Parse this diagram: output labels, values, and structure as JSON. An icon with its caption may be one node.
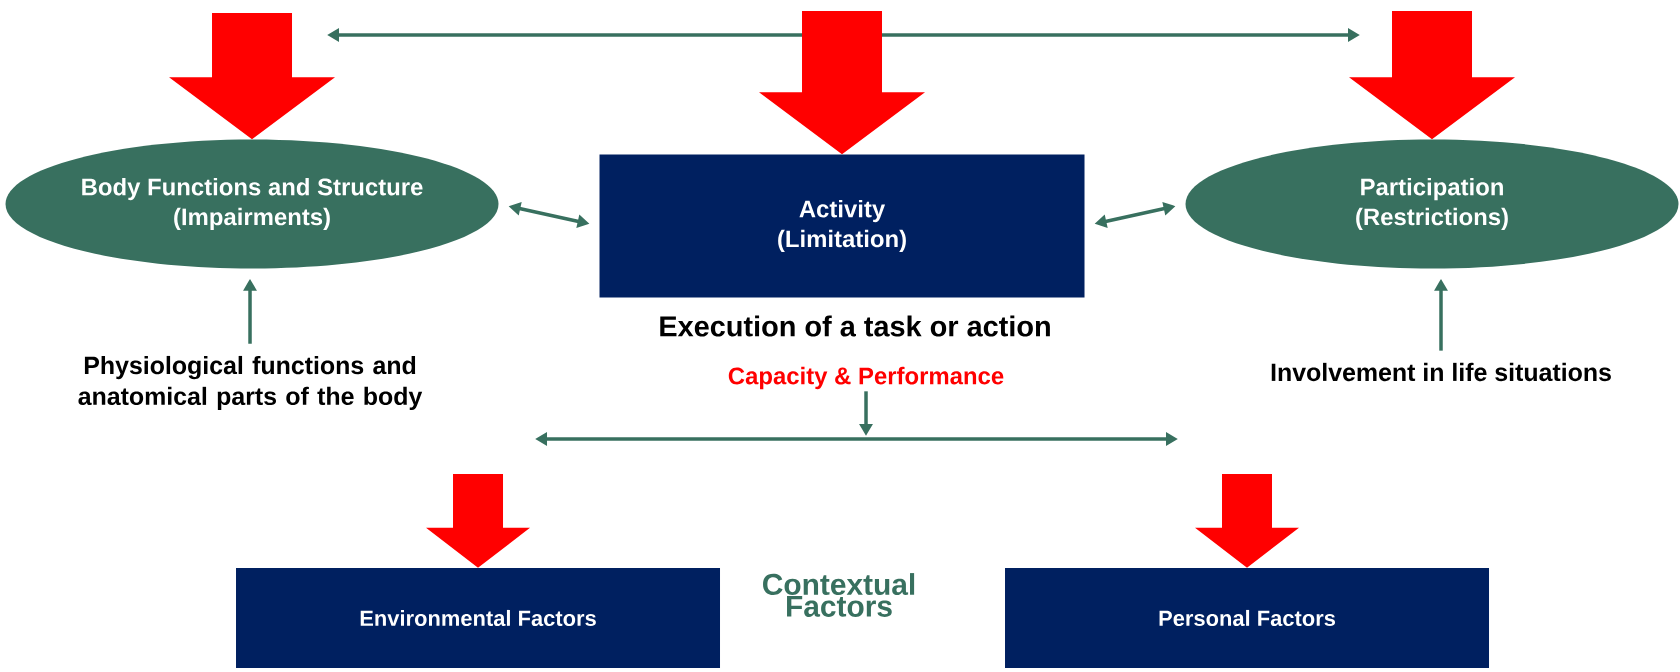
{
  "diagram": {
    "nodes": [
      {
        "text": [
          "Body Functions and Structure",
          "(Impairments)"
        ]
      },
      {
        "text": [
          "Activity",
          "(Limitation)"
        ],
        "beside": [
          "Execution of a task or action"
        ]
      },
      {
        "text": [
          "Participation",
          "(Restrictions)"
        ]
      },
      {
        "text": [
          "Physiological functions and anatomical parts of the body"
        ]
      },
      {
        "text": [
          "Capacity & Performance"
        ]
      },
      {
        "text": [
          "Involvement in life situations"
        ]
      },
      {
        "text": [
          "Environmental Factors"
        ]
      },
      {
        "text": [
          "Personal Factors"
        ]
      }
    ],
    "edges": [
      {
        "from": null,
        "to": 0,
        "arrow": "to",
        "style": "thick",
        "color": "#ff0000"
      },
      {
        "from": null,
        "to": 1,
        "arrow": "to",
        "style": "thick",
        "color": "#ff0000"
      },
      {
        "from": null,
        "to": 2,
        "arrow": "to",
        "style": "thick",
        "color": "#ff0000"
      },
      {
        "from": 0,
        "to": 1,
        "arrow": "both",
        "color": "#38705f"
      },
      {
        "from": 1,
        "to": 2,
        "arrow": "both",
        "color": "#38705f"
      },
      {
        "from": 3,
        "to": 0,
        "arrow": "to",
        "color": "#38705f"
      },
      {
        "from": 5,
        "to": 2,
        "arrow": "to",
        "color": "#38705f"
      },
      {
        "from": 4,
        "to": null,
        "arrow": "to",
        "color": "#38705f"
      },
      {
        "from": null,
        "to": 6,
        "arrow": "to",
        "style": "thick",
        "color": "#ff0000"
      },
      {
        "from": null,
        "to": 7,
        "arrow": "to",
        "style": "thick",
        "color": "#ff0000"
      }
    ],
    "labels": [
      "Contextual Factors"
    ]
  }
}
